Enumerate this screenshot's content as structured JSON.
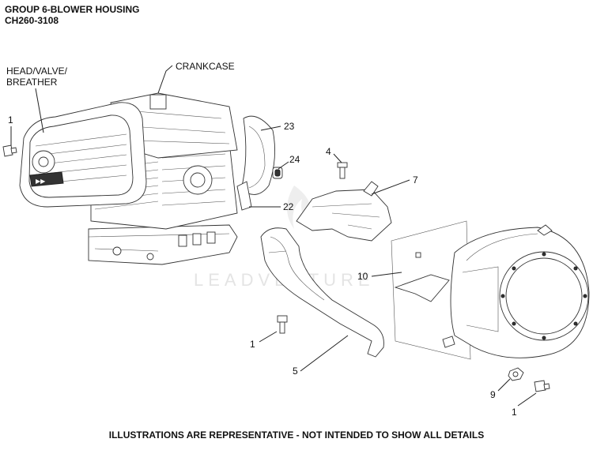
{
  "header": {
    "group_title": "GROUP 6-BLOWER HOUSING",
    "model": "CH260-3108"
  },
  "watermark": "LEADVENTURE",
  "callouts": {
    "head_valve_breather": [
      "HEAD/VALVE/",
      "BREATHER"
    ],
    "crankcase": "CRANKCASE",
    "part_1_a": "1",
    "part_23": "23",
    "part_24": "24",
    "part_22": "22",
    "part_4": "4",
    "part_7": "7",
    "part_10": "10",
    "part_1_b": "1",
    "part_5": "5",
    "part_9": "9",
    "part_1_c": "1"
  },
  "footer": {
    "disclaimer": "ILLUSTRATIONS ARE REPRESENTATIVE - NOT INTENDED TO SHOW ALL DETAILS"
  }
}
